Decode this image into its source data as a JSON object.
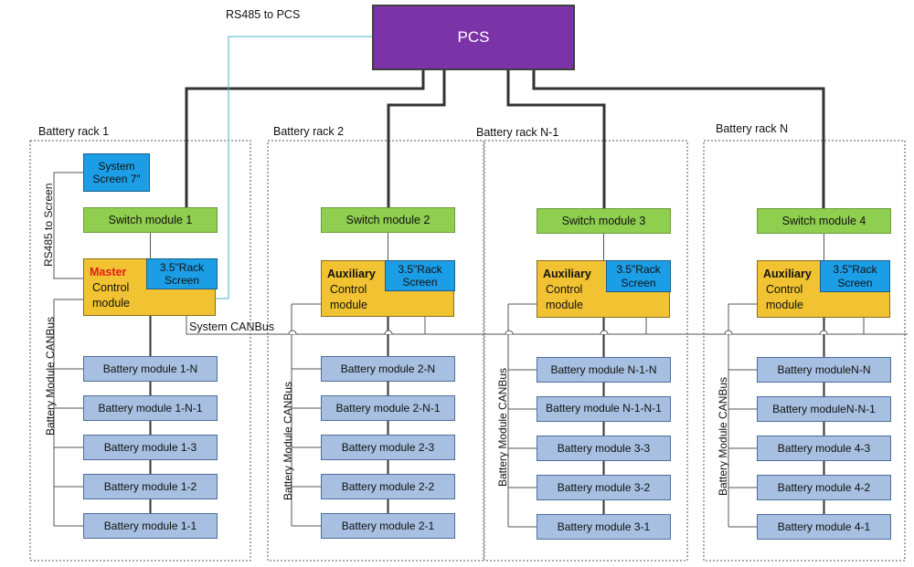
{
  "pcs": {
    "label": "PCS"
  },
  "labels": {
    "rs485_pcs": "RS485 to PCS",
    "rs485_screen": "RS485 to Screen",
    "system_canbus": "System CANBus",
    "system_screen": [
      "System",
      "Screen 7\""
    ]
  },
  "racks": [
    {
      "title": "Battery rack 1",
      "switch": "Switch module 1",
      "control": {
        "role": "Master",
        "line2": "Control",
        "line3": "module"
      },
      "screen": [
        "3.5\"Rack",
        "Screen"
      ],
      "canbus": "Battery Module CANBus",
      "modules": [
        "Battery module 1-N",
        "Battery module 1-N-1",
        "Battery module 1-3",
        "Battery module 1-2",
        "Battery module 1-1"
      ]
    },
    {
      "title": "Battery rack 2",
      "switch": "Switch module 2",
      "control": {
        "role": "Auxiliary",
        "line2": "Control",
        "line3": "module"
      },
      "screen": [
        "3.5\"Rack",
        "Screen"
      ],
      "canbus": "Battery Module CANBus",
      "modules": [
        "Battery module 2-N",
        "Battery module 2-N-1",
        "Battery module 2-3",
        "Battery module 2-2",
        "Battery module 2-1"
      ]
    },
    {
      "title": "Battery rack N-1",
      "switch": "Switch module 3",
      "control": {
        "role": "Auxiliary",
        "line2": "Control",
        "line3": "module"
      },
      "screen": [
        "3.5\"Rack",
        "Screen"
      ],
      "canbus": "Battery Module CANBus",
      "modules": [
        "Battery module N-1-N",
        "Battery module N-1-N-1",
        "Battery module 3-3",
        "Battery module 3-2",
        "Battery module 3-1"
      ]
    },
    {
      "title": "Battery rack N",
      "switch": "Switch module 4",
      "control": {
        "role": "Auxiliary",
        "line2": "Control",
        "line3": "module"
      },
      "screen": [
        "3.5\"Rack",
        "Screen"
      ],
      "canbus": "Battery Module CANBus",
      "modules": [
        "Battery moduleN-N",
        "Battery moduleN-N-1",
        "Battery module 4-3",
        "Battery module 4-2",
        "Battery module 4-1"
      ]
    }
  ],
  "colors": {
    "pcs": "#7b33a7",
    "switch": "#8fce4f",
    "screen": "#1c9ee6",
    "control": "#f1c232",
    "master_text": "#e21b1b",
    "battery_module": "#a7bfe0",
    "rs485_line": "#49b6c9",
    "power_line": "#333333"
  }
}
